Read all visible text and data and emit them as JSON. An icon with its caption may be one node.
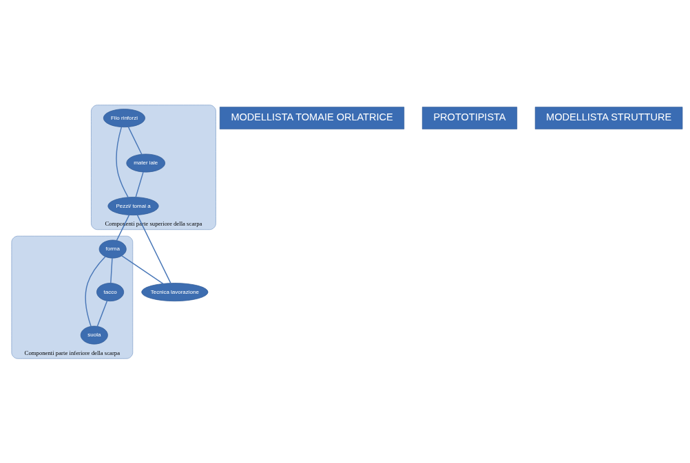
{
  "diagram": {
    "nodes": [
      {
        "text": [
          "Componenti parte superiore della scarpa"
        ]
      },
      {
        "text": [
          "Filo rinforzi"
        ],
        "in": 0
      },
      {
        "text": [
          "Pezzi/ tomai a"
        ],
        "in": 0
      },
      {
        "text": [
          "mater iale"
        ],
        "in": 0
      },
      {
        "text": [
          "Componenti parte inferiore della scarpa"
        ]
      },
      {
        "text": [
          "forma"
        ],
        "in": 4
      },
      {
        "text": [
          "suola"
        ],
        "in": 4
      },
      {
        "text": [
          "tacco"
        ],
        "in": 4
      },
      {
        "text": [
          "Tecnica lavorazione"
        ]
      },
      {
        "text": [
          "MODELLISTA TOMAIE ORLATRICE"
        ]
      },
      {
        "text": [
          "PROTOTIPISTA"
        ]
      },
      {
        "text": [
          "MODELLISTA STRUTTURE"
        ]
      }
    ],
    "edges": [
      {
        "from": 1,
        "to": 2,
        "arrow": "none"
      },
      {
        "from": 1,
        "to": 3,
        "arrow": "none"
      },
      {
        "from": 3,
        "to": 2,
        "arrow": "none"
      },
      {
        "from": 2,
        "to": 5,
        "arrow": "none"
      },
      {
        "from": 2,
        "to": 8,
        "arrow": "none"
      },
      {
        "from": 5,
        "to": 8,
        "arrow": "none"
      },
      {
        "from": 5,
        "to": 6,
        "arrow": "none"
      },
      {
        "from": 5,
        "to": 7,
        "arrow": "none"
      },
      {
        "from": 7,
        "to": 6,
        "arrow": "none"
      }
    ]
  }
}
